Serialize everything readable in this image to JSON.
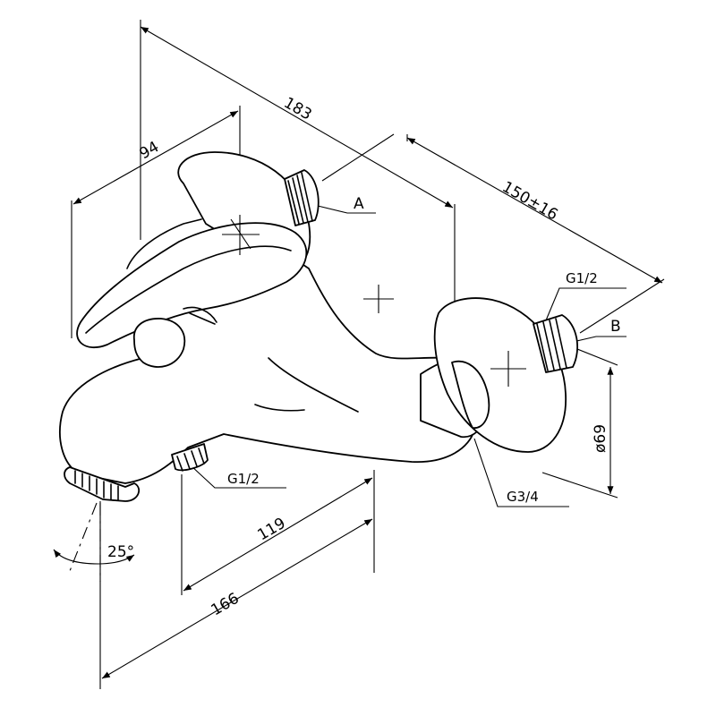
{
  "dimensions": {
    "overall_length": "183",
    "lever_offset": "94",
    "connection_spacing": "150±16",
    "spout_reach_inner": "119",
    "spout_reach_outer": "166",
    "escutcheon_diameter": "ø69",
    "spout_angle": "25°"
  },
  "callouts": {
    "inlet_a": "A",
    "inlet_b": "B",
    "thread_inlet": "G1/2",
    "thread_escutcheon": "G3/4",
    "thread_spout": "G1/2"
  }
}
